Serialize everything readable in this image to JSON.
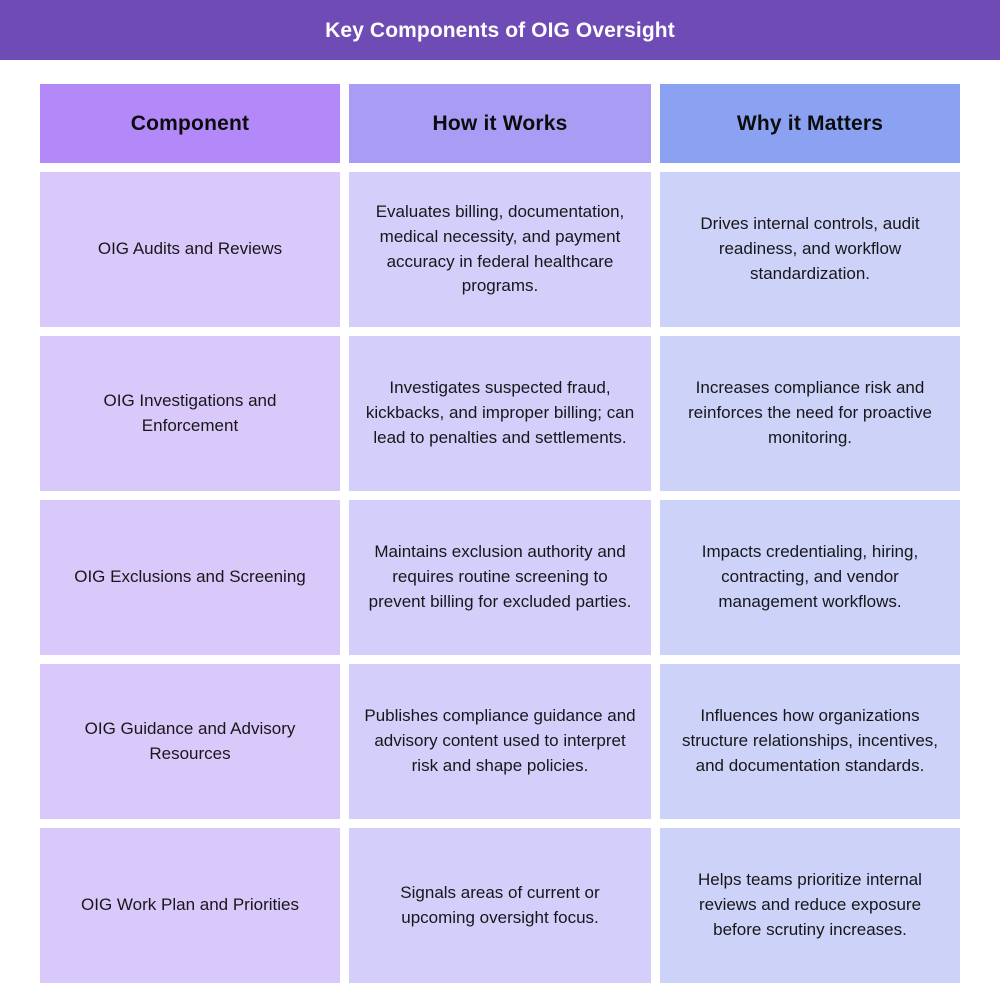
{
  "header": {
    "title": "Key Components of OIG Oversight",
    "background_color": "#6f4bb5",
    "text_color": "#ffffff"
  },
  "table": {
    "columns": [
      {
        "label": "Component",
        "header_color": "#b388f8",
        "body_color": "#d9c9fb"
      },
      {
        "label": "How it Works",
        "header_color": "#a99cf5",
        "body_color": "#d4cefa"
      },
      {
        "label": "Why it Matters",
        "header_color": "#8ba2f2",
        "body_color": "#ccd2f8"
      }
    ],
    "rows": [
      {
        "component": "OIG Audits and Reviews",
        "how_it_works": "Evaluates billing, documentation, medical necessity, and payment accuracy in federal healthcare programs.",
        "why_it_matters": "Drives internal controls, audit readiness, and workflow standardization."
      },
      {
        "component": "OIG Investigations and Enforcement",
        "how_it_works": "Investigates suspected fraud, kickbacks, and improper billing; can lead to penalties and settlements.",
        "why_it_matters": "Increases compliance risk and reinforces the need for proactive monitoring."
      },
      {
        "component": "OIG Exclusions and Screening",
        "how_it_works": "Maintains exclusion authority and requires routine screening to prevent billing for excluded parties.",
        "why_it_matters": "Impacts credentialing, hiring, contracting, and vendor management workflows."
      },
      {
        "component": "OIG Guidance and Advisory Resources",
        "how_it_works": "Publishes compliance guidance and advisory content used to interpret risk and shape policies.",
        "why_it_matters": "Influences how organizations structure relationships, incentives, and documentation standards."
      },
      {
        "component": "OIG Work Plan and Priorities",
        "how_it_works": "Signals areas of current or upcoming oversight focus.",
        "why_it_matters": "Helps teams prioritize internal reviews and reduce exposure before scrutiny increases."
      }
    ]
  }
}
